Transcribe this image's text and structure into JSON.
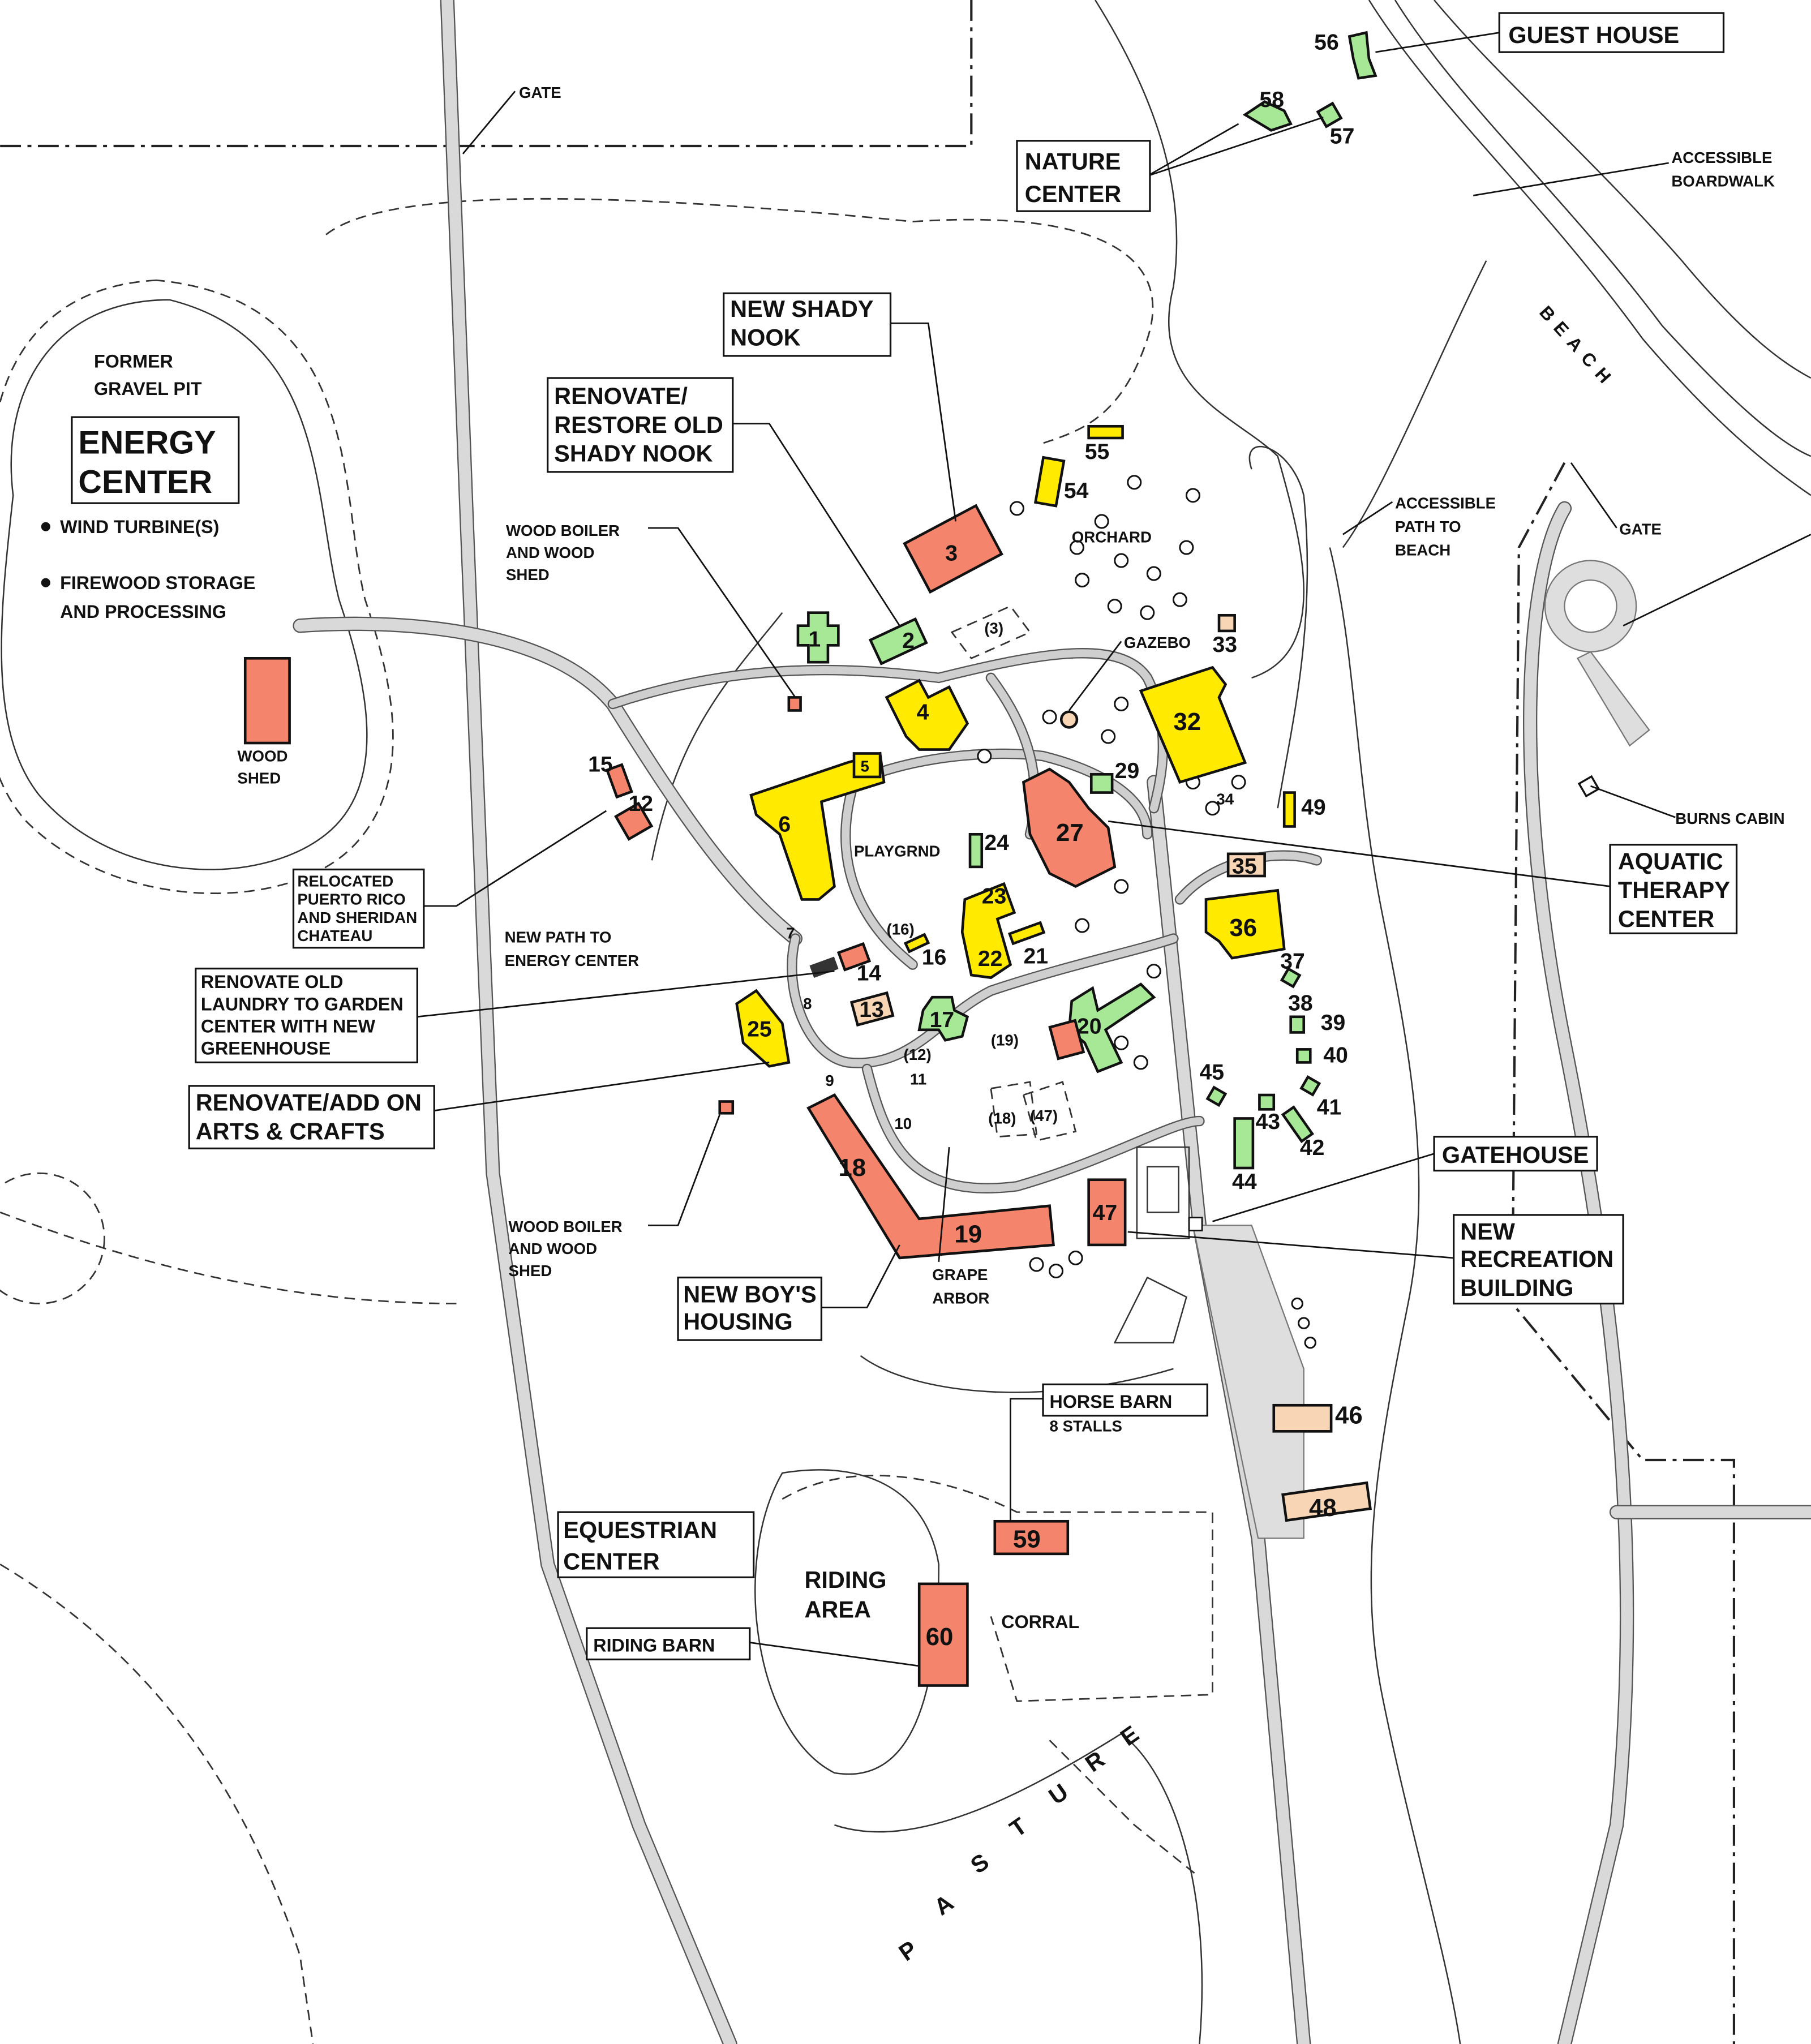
{
  "colors": {
    "renovate_new": "#f4846c",
    "existing": "#ffea00",
    "green_buildings": "#a6e896",
    "tan_buildings": "#f7d5b5",
    "roads": "#d9d9d9"
  },
  "callouts": {
    "guest_house": "GUEST HOUSE",
    "nature_center": [
      "NATURE",
      "CENTER"
    ],
    "new_shady_nook": [
      "NEW SHADY",
      "NOOK"
    ],
    "restore_shady_nook": [
      "RENOVATE/",
      "RESTORE OLD",
      "SHADY NOOK"
    ],
    "energy_center": [
      "ENERGY",
      "CENTER"
    ],
    "relocated_chateau": [
      "RELOCATED",
      "PUERTO RICO",
      "AND SHERIDAN",
      "CHATEAU"
    ],
    "laundry": [
      "RENOVATE OLD",
      "LAUNDRY TO GARDEN",
      "CENTER WITH NEW",
      "GREENHOUSE"
    ],
    "arts_crafts": [
      "RENOVATE/ADD ON",
      "ARTS & CRAFTS"
    ],
    "boys_housing": [
      "NEW BOY'S",
      "HOUSING"
    ],
    "aquatic": [
      "AQUATIC",
      "THERAPY",
      "CENTER"
    ],
    "gatehouse": "GATEHOUSE",
    "recreation": [
      "NEW",
      "RECREATION",
      "BUILDING"
    ],
    "horse_barn": "HORSE BARN",
    "horse_barn_sub": "8 STALLS",
    "equestrian": [
      "EQUESTRIAN",
      "CENTER"
    ],
    "riding_barn": "RIDING BARN"
  },
  "labels": {
    "gate_north": "GATE",
    "gate_east": "GATE",
    "boardwalk": [
      "ACCESSIBLE",
      "BOARDWALK"
    ],
    "beach": "BEACH",
    "gravel_pit": [
      "FORMER",
      "GRAVEL PIT"
    ],
    "wind_turbines": "WIND TURBINE(S)",
    "firewood": [
      "FIREWOOD STORAGE",
      "AND PROCESSING"
    ],
    "wood_shed": [
      "WOOD",
      "SHED"
    ],
    "wood_boiler_1": [
      "WOOD BOILER",
      "AND WOOD",
      "SHED"
    ],
    "wood_boiler_2": [
      "WOOD BOILER",
      "AND WOOD",
      "SHED"
    ],
    "new_path": [
      "NEW PATH TO",
      "ENERGY CENTER"
    ],
    "orchard": "ORCHARD",
    "gazebo": "GAZEBO",
    "playground": "PLAYGRND",
    "accessible_path": [
      "ACCESSIBLE",
      "PATH TO",
      "BEACH"
    ],
    "burns_cabin": "BURNS CABIN",
    "grape_arbor": [
      "GRAPE",
      "ARBOR"
    ],
    "riding_area": [
      "RIDING",
      "AREA"
    ],
    "corral": "CORRAL",
    "pasture": [
      "P",
      "A",
      "S",
      "T",
      "U",
      "R",
      "E"
    ]
  },
  "buildings": {
    "b1": "1",
    "b2": "2",
    "b3": "3",
    "b3old": "(3)",
    "b4": "4",
    "b5": "5",
    "b6": "6",
    "b7": "7",
    "b8": "8",
    "b9": "9",
    "b10": "10",
    "b11": "11",
    "b12": "12",
    "b12old": "(12)",
    "b13": "13",
    "b14": "14",
    "b15": "15",
    "b16": "16",
    "b16old": "(16)",
    "b17": "17",
    "b18": "18",
    "b18old": "(18)",
    "b19": "19",
    "b19old": "(19)",
    "b20": "20",
    "b21": "21",
    "b22": "22",
    "b23": "23",
    "b24": "24",
    "b25": "25",
    "b27": "27",
    "b29": "29",
    "b32": "32",
    "b33": "33",
    "b34": "34",
    "b35": "35",
    "b36": "36",
    "b37": "37",
    "b38": "38",
    "b39": "39",
    "b40": "40",
    "b41": "41",
    "b42": "42",
    "b43": "43",
    "b44": "44",
    "b45": "45",
    "b46": "46",
    "b47": "47",
    "b47old": "(47)",
    "b48": "48",
    "b49": "49",
    "b54": "54",
    "b55": "55",
    "b56": "56",
    "b57": "57",
    "b58": "58",
    "b59": "59",
    "b60": "60",
    "b12e": "12"
  }
}
